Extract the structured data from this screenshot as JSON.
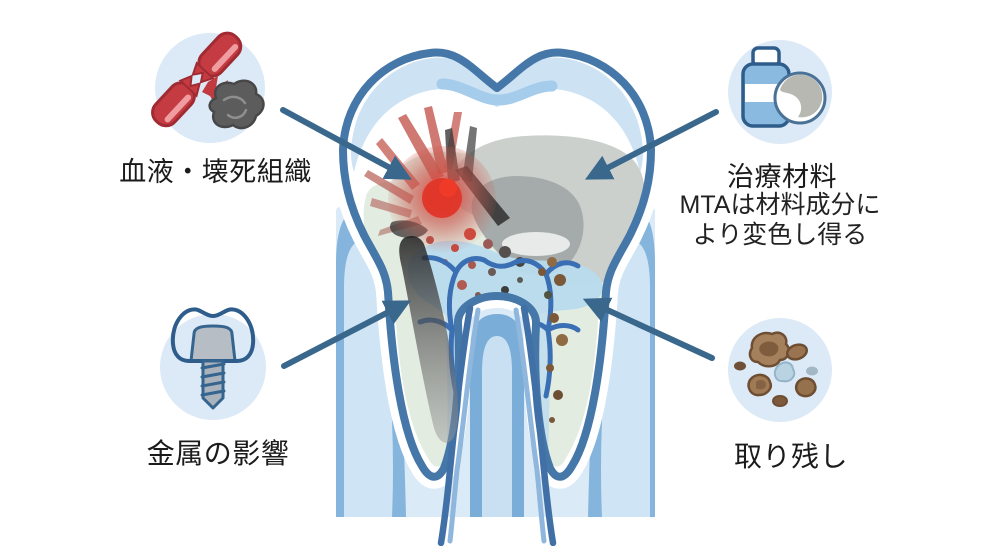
{
  "diagram": {
    "kind": "tooth-cross-section-callouts"
  },
  "callouts": [
    {
      "id": "blood-necrotic-tissue",
      "label": "血液・壊死組織",
      "icon": "broken-blood-vessel-icon",
      "position": "top-left"
    },
    {
      "id": "treatment-material",
      "label": "治療材料",
      "note_lines": [
        "MTAは材料成分に",
        "より変色し得る"
      ],
      "icon": "medicine-bottle-icon",
      "position": "top-right"
    },
    {
      "id": "metal-influence",
      "label": "金属の影響",
      "icon": "implant-screw-icon",
      "position": "bottom-left"
    },
    {
      "id": "residual-debris",
      "label": "取り残し",
      "icon": "debris-particles-icon",
      "position": "bottom-right"
    }
  ],
  "colors": {
    "icon_circle_bg": "#dce9f6",
    "arrow": "#3a678c",
    "tooth_outline": "#4577a8",
    "enamel_band": "#cde2f3",
    "dentin": "#e3ece0",
    "pulp": "#b9dcee",
    "mta_gray_outer": "#cbd0cc",
    "mta_gray_inner": "#a5abaa",
    "inflammation_red": "#e03a31",
    "gum_outer": "#85b4dc",
    "gum_inner": "#cfe5f5",
    "bone": "#dbeaf7",
    "vessel_blue": "#3b6fb3",
    "vessel_red": "#c43b41",
    "necrotic_gray": "#5d5c5c",
    "debris_brown": "#7b5838",
    "metal_gray": "#aab2bb",
    "text": "#1b1b1b"
  }
}
